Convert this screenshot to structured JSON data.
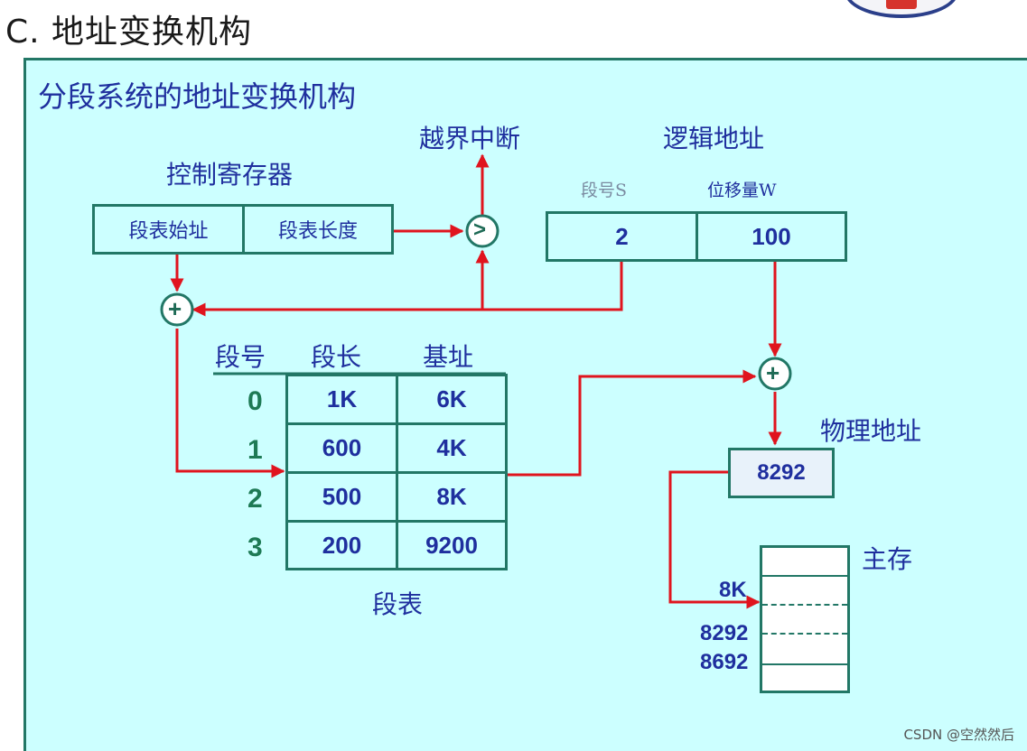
{
  "heading": "C. 地址变换机构",
  "diagram": {
    "title": "分段系统的地址变换机构",
    "interrupt_label": "越界中断",
    "logical_address": {
      "label": "逻辑地址",
      "segment_label": "段号S",
      "offset_label": "位移量W",
      "segment_value": "2",
      "offset_value": "100"
    },
    "control_register": {
      "label": "控制寄存器",
      "start_label": "段表始址",
      "length_label": "段表长度"
    },
    "compare_symbol": ">",
    "adder_symbol": "+",
    "segment_table": {
      "caption": "段表",
      "headers": [
        "段号",
        "段长",
        "基址"
      ],
      "rows": [
        {
          "no": "0",
          "length": "1K",
          "base": "6K"
        },
        {
          "no": "1",
          "length": "600",
          "base": "4K"
        },
        {
          "no": "2",
          "length": "500",
          "base": "8K"
        },
        {
          "no": "3",
          "length": "200",
          "base": "9200"
        }
      ]
    },
    "physical_address": {
      "label": "物理地址",
      "value": "8292"
    },
    "main_memory": {
      "label": "主存",
      "marks": [
        "8K",
        "8292",
        "8692"
      ]
    }
  },
  "watermark": "CSDN @空然然后",
  "colors": {
    "panel": "#ccffff",
    "border": "#227766",
    "arrow": "#e0141e",
    "text": "#1f2f9e"
  }
}
